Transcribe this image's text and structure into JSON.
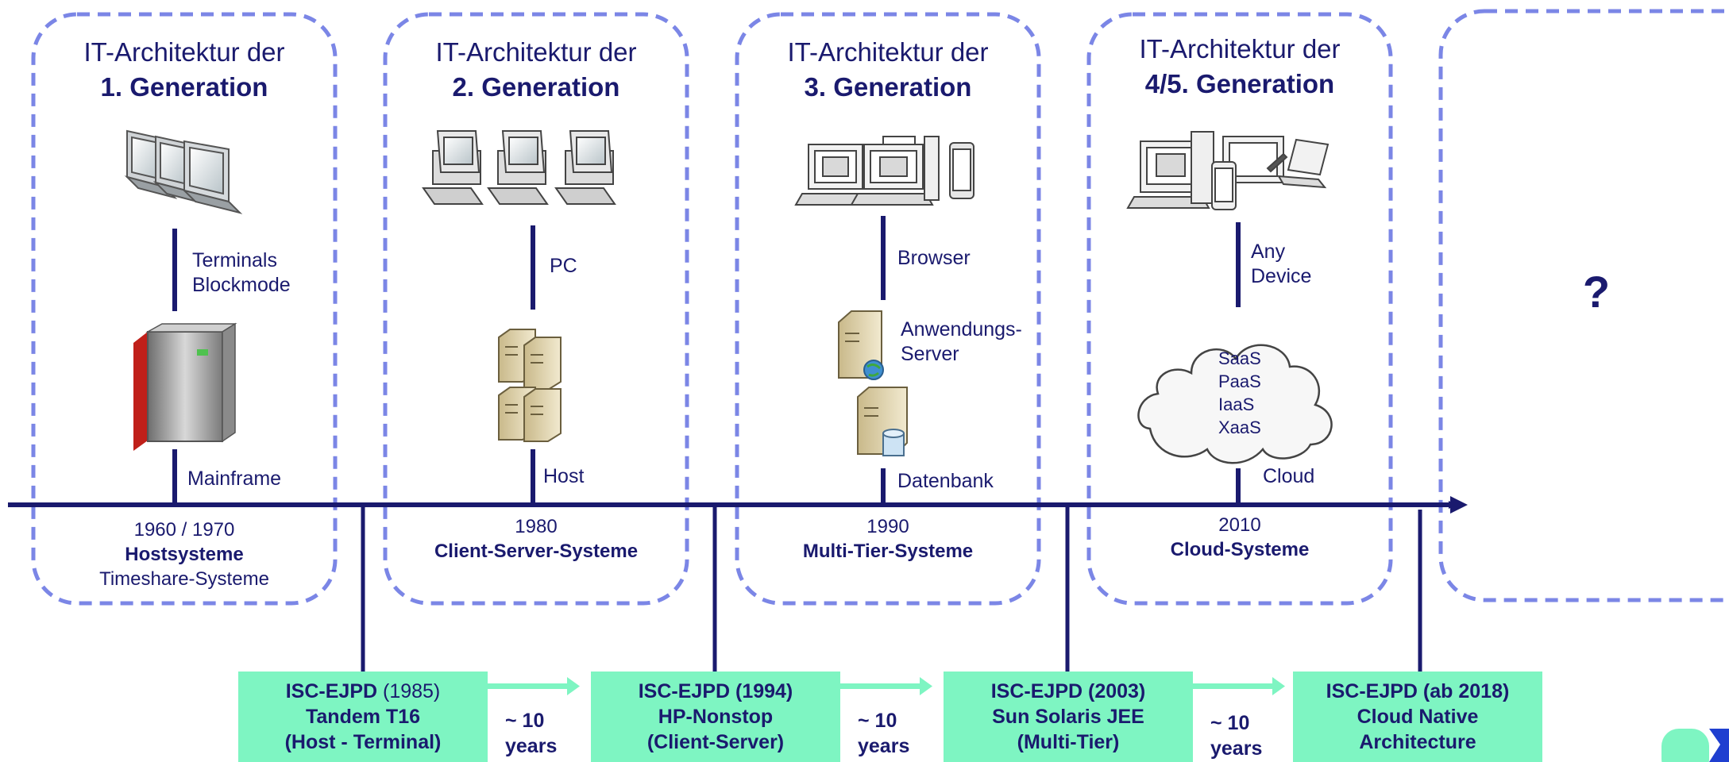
{
  "generations": [
    {
      "title_line1": "IT-Architektur der",
      "title_line2": "1. Generation",
      "client_label_1": "Terminals",
      "client_label_2": "Blockmode",
      "server_label": "Mainframe",
      "year": "1960 / 1970",
      "system": "Hostsysteme",
      "system_extra": "Timeshare-Systeme"
    },
    {
      "title_line1": "IT-Architektur der",
      "title_line2": "2. Generation",
      "client_label_1": "PC",
      "server_label": "Host",
      "year": "1980",
      "system": "Client-Server-Systeme"
    },
    {
      "title_line1": "IT-Architektur der",
      "title_line2": "3. Generation",
      "client_label_1": "Browser",
      "app_label_1": "Anwendungs-",
      "app_label_2": "Server",
      "server_label": "Datenbank",
      "year": "1990",
      "system": "Multi-Tier-Systeme"
    },
    {
      "title_line1": "IT-Architektur der",
      "title_line2": "4/5. Generation",
      "client_label_1": "Any",
      "client_label_2": "Device",
      "cloud_items": [
        "SaaS",
        "PaaS",
        "IaaS",
        "XaaS"
      ],
      "server_label": "Cloud",
      "year": "2010",
      "system": "Cloud-Systeme"
    }
  ],
  "future": {
    "label": "?"
  },
  "milestones": [
    {
      "line1_bold": "ISC-EJPD",
      "line1_normal": " (1985)",
      "line2": "Tandem T16",
      "line3": "(Host - Terminal)"
    },
    {
      "line1_bold": "ISC-EJPD (1994)",
      "line1_normal": "",
      "line2": "HP-Nonstop",
      "line3": "(Client-Server)"
    },
    {
      "line1_bold": "ISC-EJPD (2003)",
      "line1_normal": "",
      "line2": "Sun Solaris JEE",
      "line3": "(Multi-Tier)"
    },
    {
      "line1_bold": "ISC-EJPD (ab 2018)",
      "line1_normal": "",
      "line2": "Cloud Native",
      "line3": "Architecture"
    }
  ],
  "gaps": [
    {
      "line1": "~ 10",
      "line2": "years"
    },
    {
      "line1": "~ 10",
      "line2": "years"
    },
    {
      "line1": "~ 10",
      "line2": "years"
    }
  ],
  "colors": {
    "navy": "#1a1a6e",
    "dash_border": "#7b86e6",
    "milestone_fill": "#7ef5c2",
    "arrow_fill": "#7ef5c2"
  }
}
